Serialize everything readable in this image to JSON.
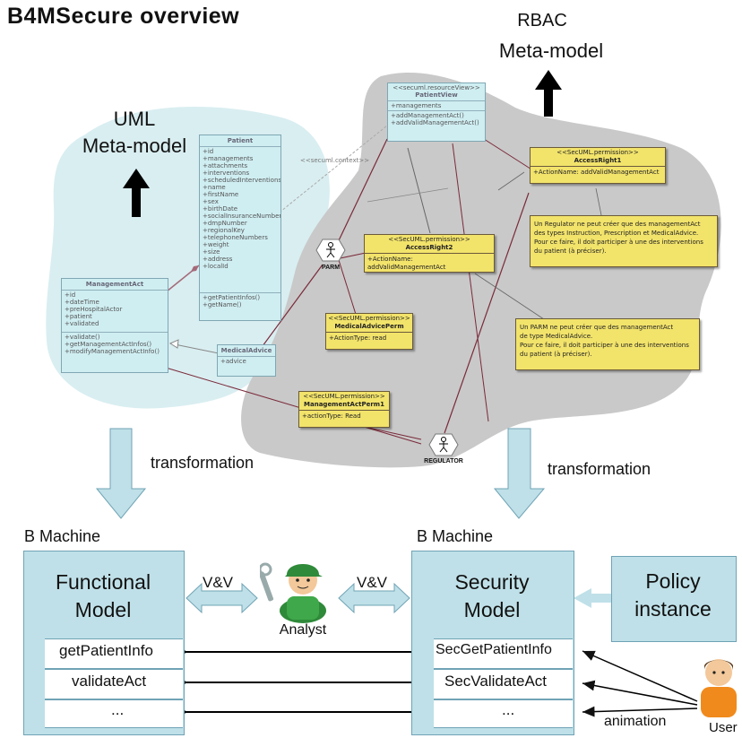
{
  "title": "B4MSecure overview",
  "uml": {
    "label_1": "UML",
    "label_2": "Meta-model"
  },
  "rbac": {
    "label_1": "RBAC",
    "label_2": "Meta-model"
  },
  "patient_class": {
    "name": "Patient",
    "attributes": [
      "+id",
      "+managements",
      "+attachments",
      "+interventions",
      "+scheduledInterventions",
      "+name",
      "+firstName",
      "+sex",
      "+birthDate",
      "+socialInsuranceNumber",
      "+dmpNumber",
      "+regionalKey",
      "+telephoneNumbers",
      "+weight",
      "+size",
      "+address",
      "+localId"
    ],
    "operations": [
      "+getPatientInfos()",
      "+getName()"
    ]
  },
  "management_act_class": {
    "name": "ManagementAct",
    "attributes": [
      "+id",
      "+dateTime",
      "+preHospitalActor",
      "+patient",
      "+validated"
    ],
    "operations": [
      "+validate()",
      "+getManagementActInfos()",
      "+modifyManagementActInfo()"
    ]
  },
  "medical_advice_class": {
    "name": "MedicalAdvice",
    "attributes": [
      "+advice"
    ]
  },
  "patient_view_class": {
    "stereotype": "<<secuml.resourceView>>",
    "name": "PatientView",
    "attributes": [
      "+managements"
    ],
    "operations": [
      "+addManagementAct()",
      "+addValidManagementAct()"
    ]
  },
  "context_label": "<<secuml.context>>",
  "access_right1": {
    "stereotype": "<<SecUML.permission>>",
    "name": "AccessRight1",
    "attribute": "+ActionName: addValidManagementAct"
  },
  "access_right2": {
    "stereotype": "<<SecUML.permission>>",
    "name": "AccessRight2",
    "attribute": "+ActionName: addValidManagementAct"
  },
  "medical_advice_perm": {
    "stereotype": "<<SecUML.permission>>",
    "name": "MedicalAdvicePerm",
    "attribute": "+ActionType: read"
  },
  "management_act_perm1": {
    "stereotype": "<<SecUML.permission>>",
    "name": "ManagementActPerm1",
    "attribute": "+actionType: Read"
  },
  "note_regulator": [
    "Un Regulator ne peut créer que des managementAct",
    "des types Instruction, Prescription et MedicalAdvice.",
    "Pour ce faire, il doit participer à une des interventions",
    "du patient (à préciser)."
  ],
  "note_parm": [
    "Un PARM ne peut créer que des managementAct",
    "de type MedicalAdvice.",
    "Pour ce faire, il doit participer à une des interventions",
    "du patient (à préciser)."
  ],
  "actor_parm": "PARM",
  "actor_regulator": "REGULATOR",
  "transformation_left": "transformation",
  "transformation_right": "transformation",
  "b_machine_left": "B Machine",
  "b_machine_right": "B Machine",
  "functional_model": {
    "line1": "Functional",
    "line2": "Model",
    "ops": [
      "getPatientInfo",
      "validateAct",
      "..."
    ]
  },
  "security_model": {
    "line1": "Security",
    "line2": "Model",
    "ops": [
      "SecGetPatientInfo",
      "SecValidateAct",
      "..."
    ]
  },
  "policy_instance": {
    "line1": "Policy",
    "line2": "instance"
  },
  "vv_left": "V&V",
  "vv_right": "V&V",
  "analyst_label": "Analyst",
  "user_label": "User",
  "animation_label": "animation",
  "colors": {
    "uml_blob": "#d7edf0",
    "rbac_blob": "#c9c9c9",
    "model_box": "#bfe0e8",
    "permission": "#f2e36b",
    "class_fill": "#cfeef2"
  }
}
